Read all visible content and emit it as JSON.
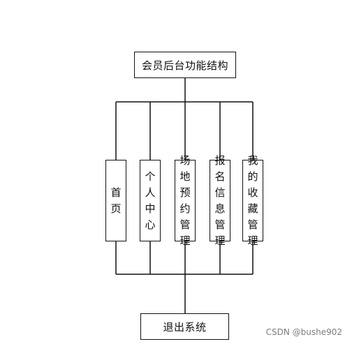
{
  "diagram": {
    "root": {
      "label": "会员后台功能结构"
    },
    "modules": [
      {
        "label": "首页"
      },
      {
        "label": "个人中心"
      },
      {
        "label": "场地预约管理"
      },
      {
        "label": "报名信息管理"
      },
      {
        "label": "我的收藏管理"
      }
    ],
    "exit": {
      "label": "退出系统"
    },
    "line_color": "#111111"
  },
  "watermark": {
    "text": "CSDN @bushe902"
  }
}
